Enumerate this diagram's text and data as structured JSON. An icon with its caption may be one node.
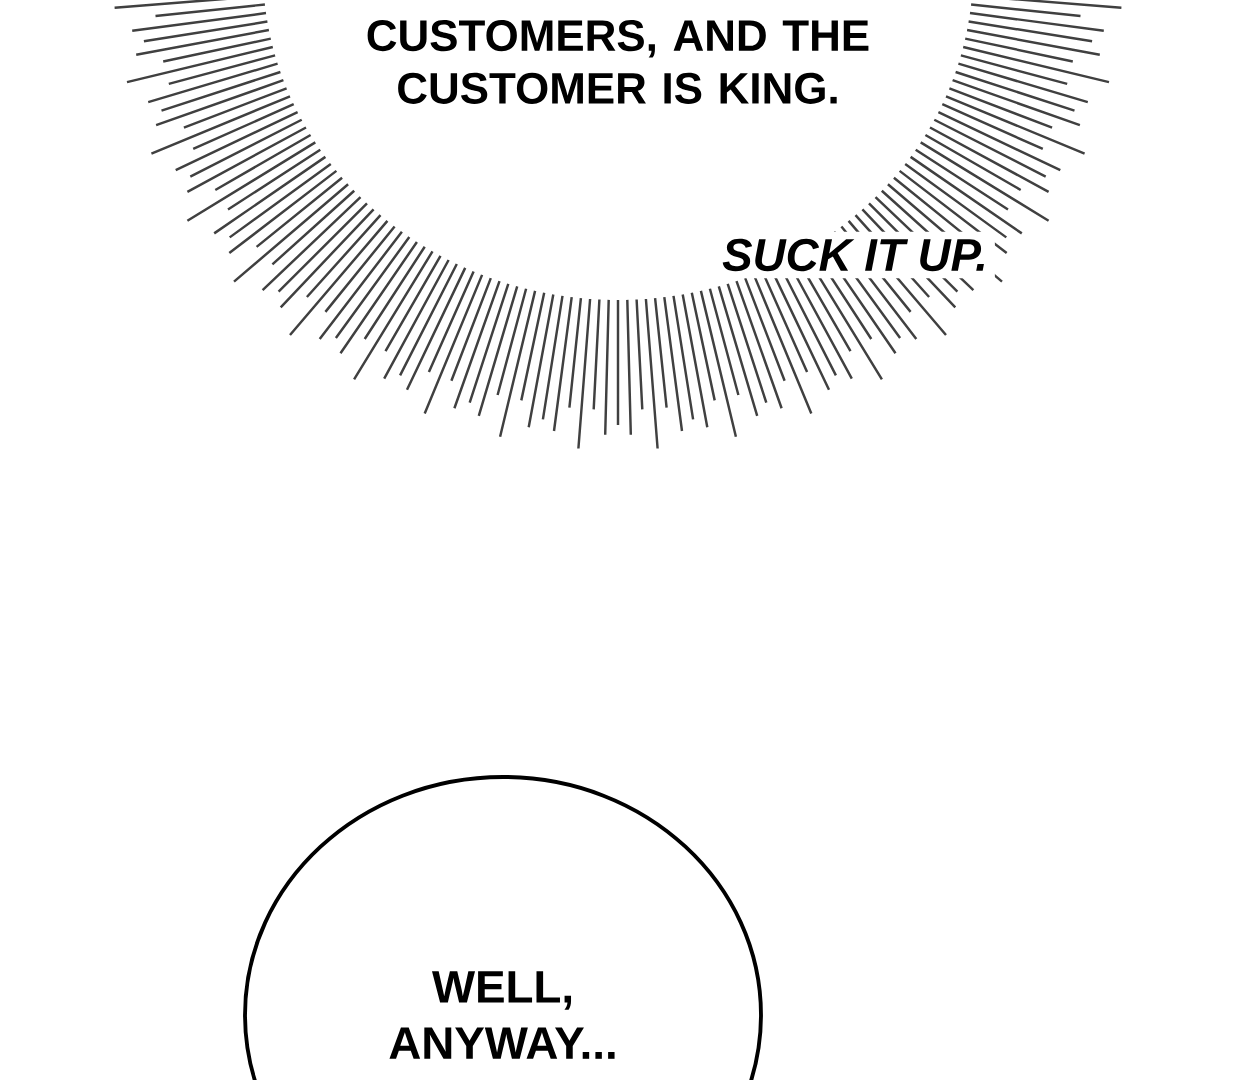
{
  "diagram": {
    "nodes": [
      {
        "text": [
          "CUSTOMERS, AND THE CUSTOMER IS KING."
        ]
      },
      {
        "text": [
          "WELL, ANYWAY..."
        ]
      }
    ],
    "labels": [
      "SUCK IT UP."
    ]
  }
}
